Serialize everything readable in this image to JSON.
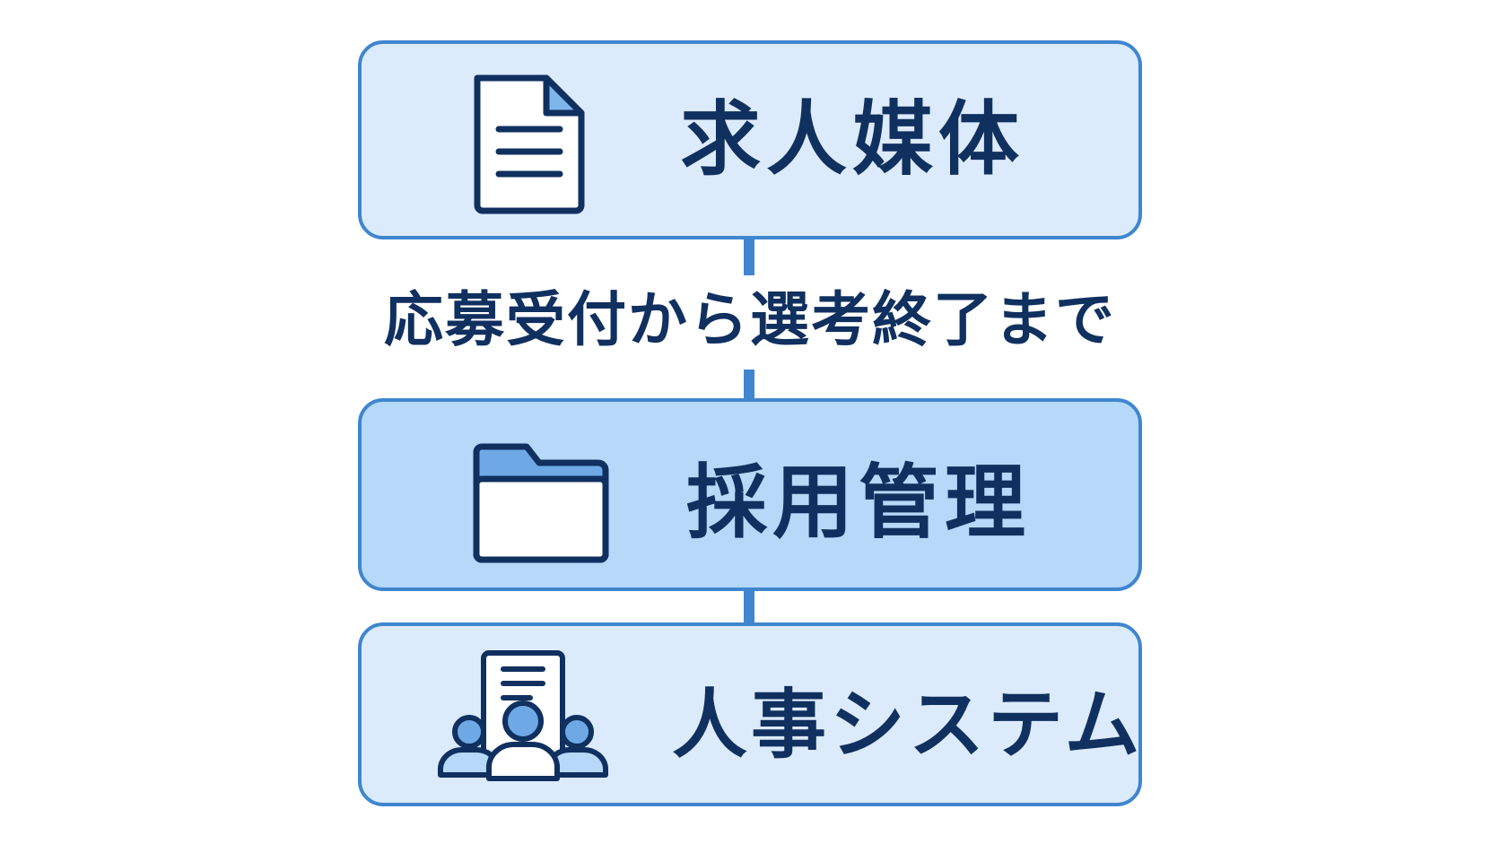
{
  "diagram": {
    "colors": {
      "border": "#3f86cf",
      "box_fill": "#dcebfb",
      "box_fill_active": "#b6d8f9",
      "text": "#10305f"
    },
    "nodes": [
      {
        "label": "求人媒体",
        "icon": "document-icon"
      },
      {
        "label": "採用管理",
        "icon": "folder-icon"
      },
      {
        "label": "人事システム",
        "icon": "people-icon"
      }
    ],
    "connector_caption": "応募受付から選考終了まで"
  }
}
